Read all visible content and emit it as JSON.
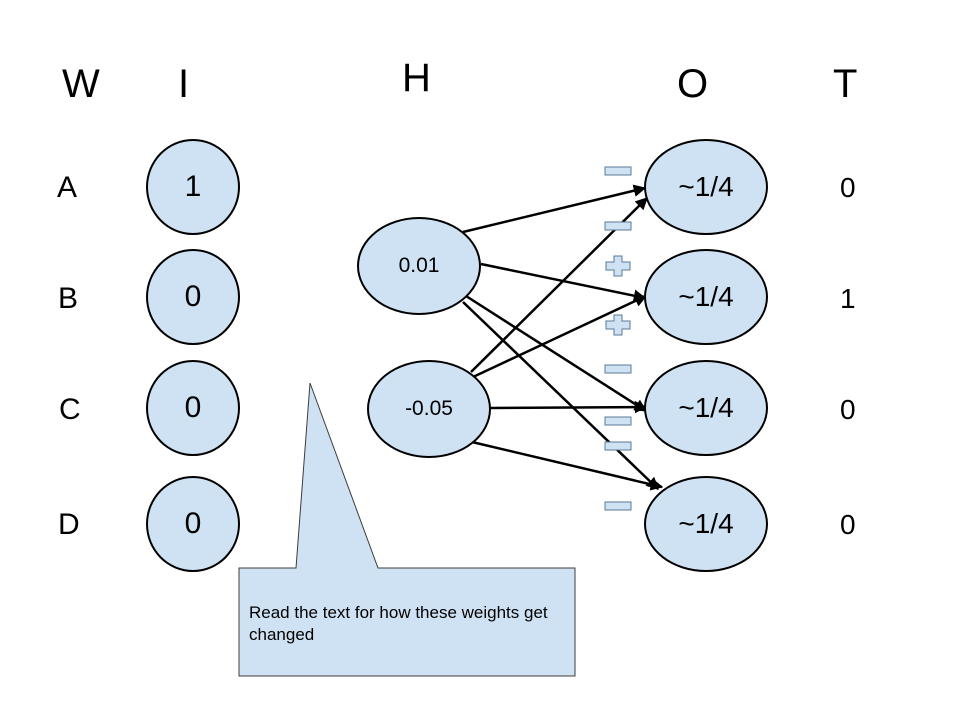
{
  "headers": {
    "weights": "W",
    "input": "I",
    "hidden": "H",
    "output": "O",
    "target": "T"
  },
  "rows": [
    {
      "label": "A",
      "input": "1",
      "output": "~1/4",
      "target": "0"
    },
    {
      "label": "B",
      "input": "0",
      "output": "~1/4",
      "target": "1"
    },
    {
      "label": "C",
      "input": "0",
      "output": "~1/4",
      "target": "0"
    },
    {
      "label": "D",
      "input": "0",
      "output": "~1/4",
      "target": "0"
    }
  ],
  "hidden_nodes": [
    {
      "value": "0.01"
    },
    {
      "value": "-0.05"
    }
  ],
  "weight_signs": [
    "minus",
    "minus",
    "plus",
    "plus",
    "minus",
    "minus",
    "minus",
    "minus"
  ],
  "callout": {
    "text": "Read the text for how these weights get changed"
  },
  "colors": {
    "node_fill": "#cfe2f3",
    "stroke": "#000000",
    "callout_fill": "#cfe2f3",
    "callout_border": "#3c3c3c"
  }
}
